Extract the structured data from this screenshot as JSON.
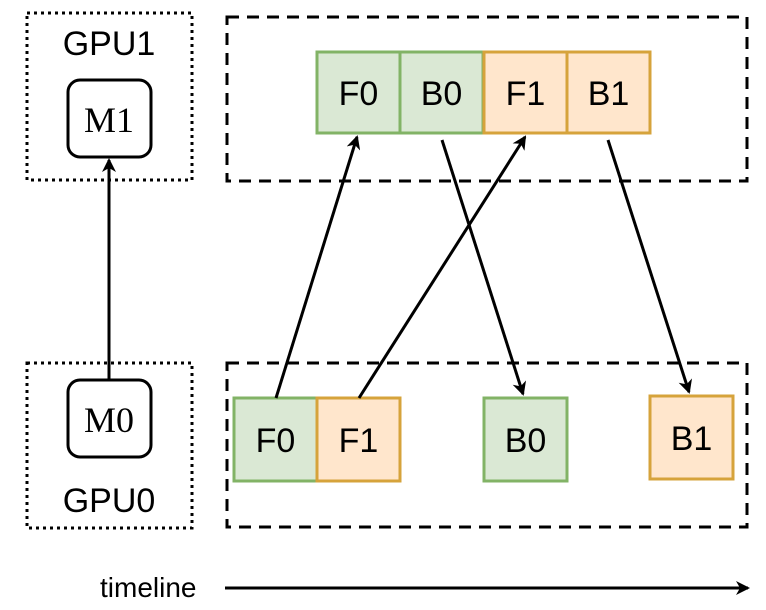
{
  "gpus": {
    "gpu1_label": "GPU1",
    "gpu0_label": "GPU0",
    "model1_label": "M1",
    "model0_label": "M0"
  },
  "gpu1_timeline": {
    "blocks": [
      "F0",
      "B0",
      "F1",
      "B1"
    ]
  },
  "gpu0_timeline": {
    "blocks": [
      "F0",
      "F1",
      "B0",
      "B1"
    ]
  },
  "timeline_label": "timeline",
  "colors": {
    "micro_batch_0_fill": "#dae8d4",
    "micro_batch_0_stroke": "#82b366",
    "micro_batch_1_fill": "#ffe6cc",
    "micro_batch_1_stroke": "#d6a33b"
  }
}
